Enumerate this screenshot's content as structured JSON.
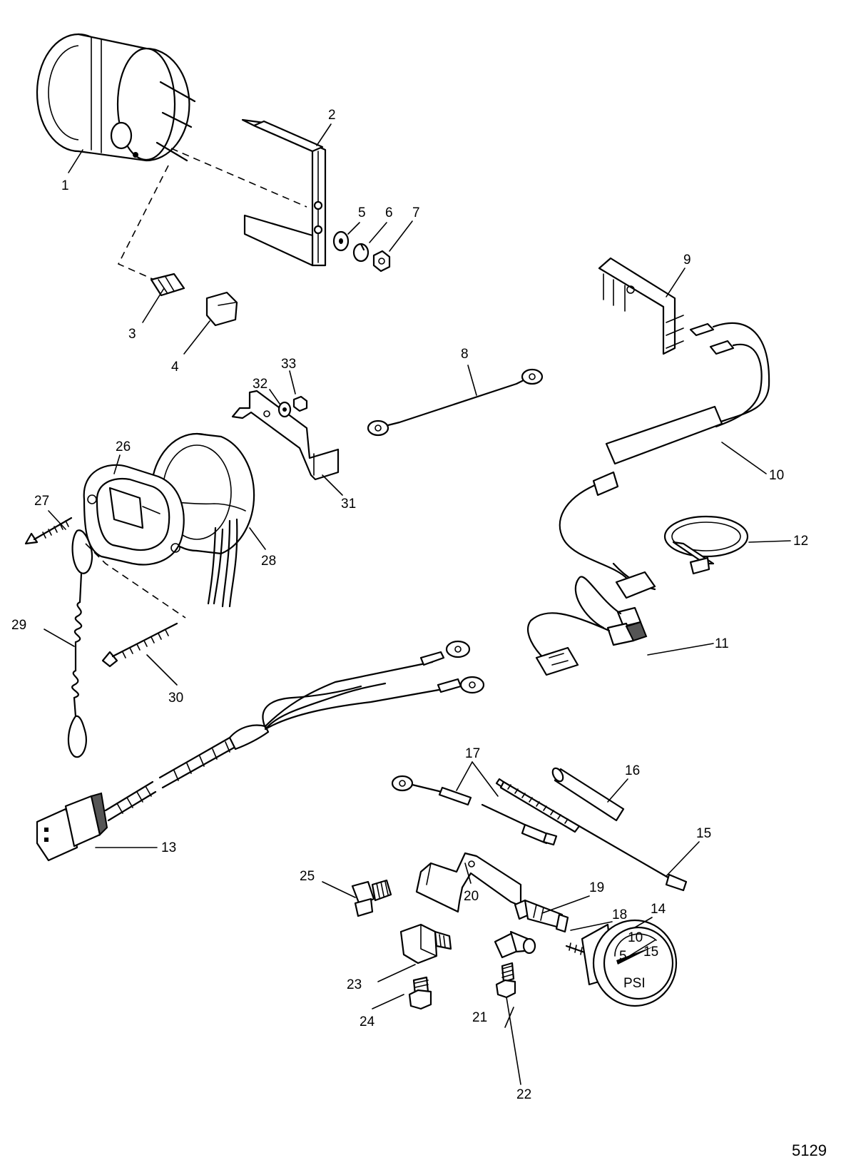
{
  "figure_number": "5129",
  "callouts": [
    {
      "id": "1",
      "text": "1"
    },
    {
      "id": "2",
      "text": "2"
    },
    {
      "id": "3",
      "text": "3"
    },
    {
      "id": "4",
      "text": "4"
    },
    {
      "id": "5",
      "text": "5"
    },
    {
      "id": "6",
      "text": "6"
    },
    {
      "id": "7",
      "text": "7"
    },
    {
      "id": "8",
      "text": "8"
    },
    {
      "id": "9",
      "text": "9"
    },
    {
      "id": "10",
      "text": "10"
    },
    {
      "id": "11",
      "text": "11"
    },
    {
      "id": "12",
      "text": "12"
    },
    {
      "id": "13",
      "text": "13"
    },
    {
      "id": "14",
      "text": "14"
    },
    {
      "id": "15",
      "text": "15"
    },
    {
      "id": "16",
      "text": "16"
    },
    {
      "id": "17",
      "text": "17"
    },
    {
      "id": "18",
      "text": "18"
    },
    {
      "id": "19",
      "text": "19"
    },
    {
      "id": "20",
      "text": "20"
    },
    {
      "id": "21",
      "text": "21"
    },
    {
      "id": "22",
      "text": "22"
    },
    {
      "id": "23",
      "text": "23"
    },
    {
      "id": "24",
      "text": "24"
    },
    {
      "id": "25",
      "text": "25"
    },
    {
      "id": "26",
      "text": "26"
    },
    {
      "id": "27",
      "text": "27"
    },
    {
      "id": "28",
      "text": "28"
    },
    {
      "id": "29",
      "text": "29"
    },
    {
      "id": "30",
      "text": "30"
    },
    {
      "id": "31",
      "text": "31"
    },
    {
      "id": "32",
      "text": "32"
    },
    {
      "id": "33",
      "text": "33"
    }
  ]
}
